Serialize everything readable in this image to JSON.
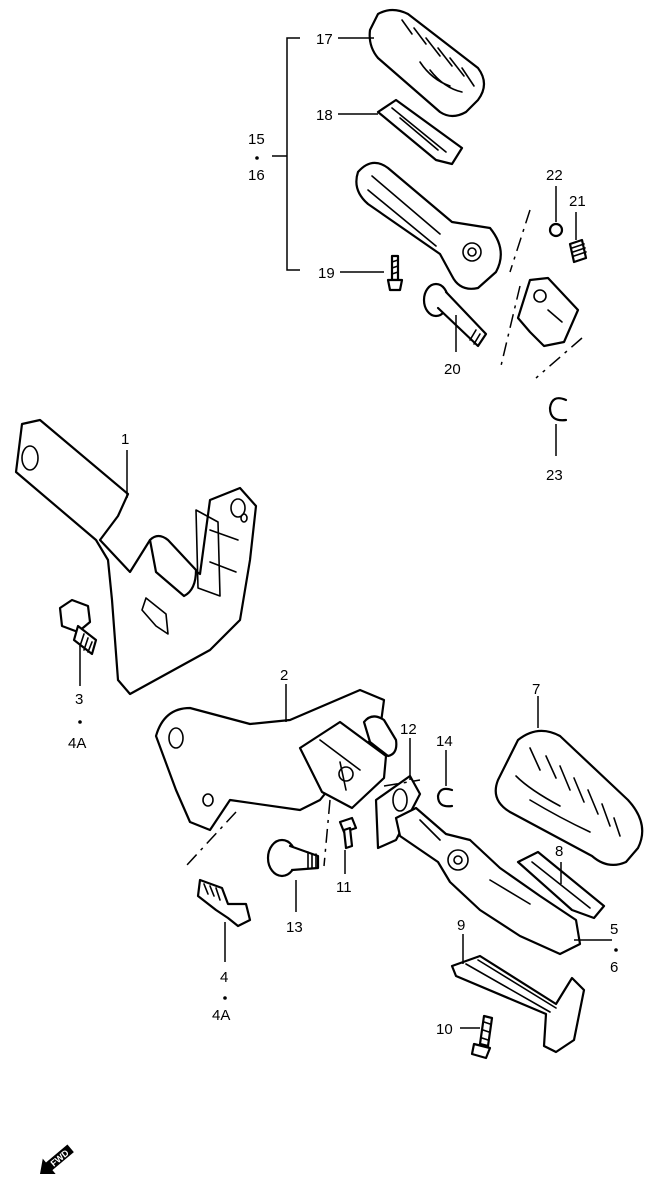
{
  "labels": {
    "l1": "1",
    "l2": "2",
    "l3": "3",
    "l4A_a": "4A",
    "l4": "4",
    "l4A_b": "4A",
    "l5": "5",
    "l6": "6",
    "l7": "7",
    "l8": "8",
    "l9": "9",
    "l10": "10",
    "l11": "11",
    "l12": "12",
    "l13": "13",
    "l14": "14",
    "l15": "15",
    "l16": "16",
    "l17": "17",
    "l18": "18",
    "l19": "19",
    "l20": "20",
    "l21": "21",
    "l22": "22",
    "l23": "23"
  },
  "fwd_badge": "FWD"
}
